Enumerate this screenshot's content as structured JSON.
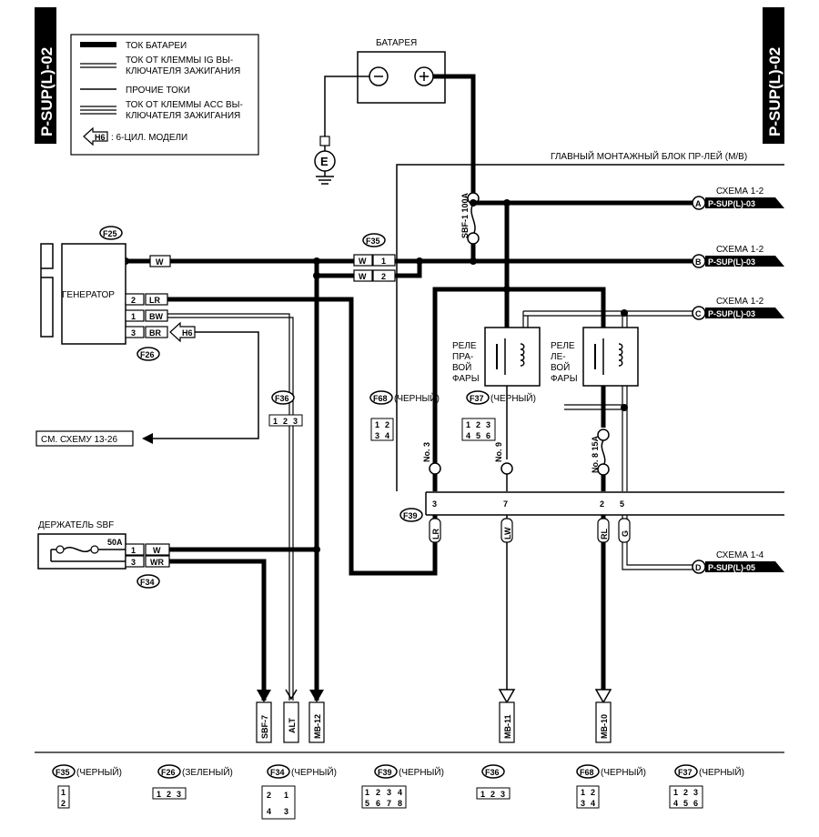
{
  "page_code": "P-SUP(L)-02",
  "legend": {
    "battery_current": "ТОК БАТАРЕИ",
    "ig_current_1": "ТОК ОТ КЛЕММЫ IG ВЫ-",
    "ig_current_2": "КЛЮЧАТЕЛЯ ЗАЖИГАНИЯ",
    "other_current": "ПРОЧИЕ ТОКИ",
    "acc_current_1": "ТОК ОТ КЛЕММЫ ACC ВЫ-",
    "acc_current_2": "КЛЮЧАТЕЛЯ ЗАЖИГАНИЯ",
    "h6_tag": "H6",
    "h6_desc": ": 6-ЦИЛ. МОДЕЛИ"
  },
  "battery": {
    "title": "БАТАРЕЯ",
    "minus": "−",
    "plus": "+",
    "ground": "E"
  },
  "main_block": "ГЛАВНЫЙ МОНТАЖНЫЙ БЛОК ПР-ЛЕЙ (М/В)",
  "fuse_main": "SBF-1 100A",
  "fuse_8": "No. 8 15A",
  "fuse_3": "No. 3",
  "fuse_9": "No. 9",
  "refs": [
    {
      "letter": "A",
      "scheme": "СХЕМА 1-2",
      "code": "P-SUP(L)-03"
    },
    {
      "letter": "B",
      "scheme": "СХЕМА 1-2",
      "code": "P-SUP(L)-03"
    },
    {
      "letter": "C",
      "scheme": "СХЕМА 1-2",
      "code": "P-SUP(L)-03"
    },
    {
      "letter": "D",
      "scheme": "СХЕМА 1-4",
      "code": "P-SUP(L)-05"
    }
  ],
  "generator": {
    "label": "ГЕНЕРАТОР"
  },
  "connectors": {
    "F25": "F25",
    "F26": "F26",
    "F35": "F35",
    "F36": "F36",
    "F68": "F68",
    "F37": "F37",
    "F39": "F39",
    "F34": "F34"
  },
  "color_black": "(ЧЕРНЫЙ)",
  "color_green": "(ЗЕЛЕНЫЙ)",
  "wires": {
    "W": "W",
    "LR": "LR",
    "BW": "BW",
    "BR": "BR",
    "WR": "WR",
    "LW": "LW",
    "RL": "RL",
    "G": "G"
  },
  "pins": {
    "p1": "1",
    "p2": "2",
    "p3": "3",
    "p4": "4",
    "p5": "5",
    "p6": "6",
    "p7": "7",
    "p8": "8"
  },
  "relay_right_1": "РЕЛЕ",
  "relay_right_2": "ПРА-",
  "relay_right_3": "ВОЙ",
  "relay_right_4": "ФАРЫ",
  "relay_left_1": "РЕЛЕ",
  "relay_left_2": "ЛЕ-",
  "relay_left_3": "ВОЙ",
  "relay_left_4": "ФАРЫ",
  "see_scheme": "СМ. СХЕМУ 13-26",
  "sbf_holder": "ДЕРЖАТЕЛЬ SBF",
  "fuse_50a": "50A",
  "bottom_terms": {
    "sbf7": "SBF-7",
    "alt": "ALT",
    "mb12": "MB-12",
    "mb11": "MB-11",
    "mb10": "MB-10"
  }
}
